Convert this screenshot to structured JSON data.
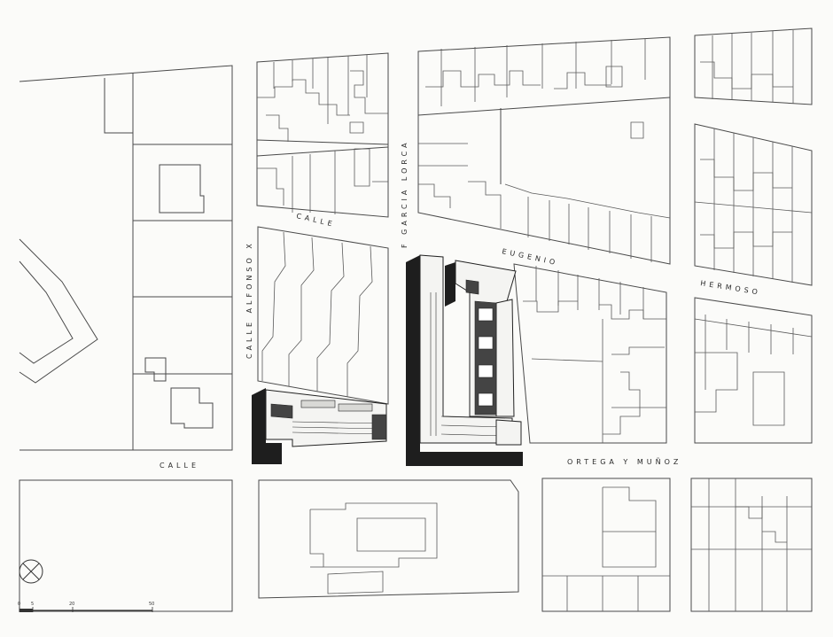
{
  "streets": {
    "alfonso_x": "CALLE ALFONSO X",
    "garcia_lorca": "F GARCIA LORCA",
    "calle_upper": "CALLE",
    "eugenio": "EUGENIO",
    "hermoso": "HERMOSO",
    "calle_lower": "CALLE",
    "ortega_y_munoz": "ORTEGA Y MUÑOZ"
  },
  "scale_bar": {
    "ticks": [
      "0",
      "5",
      "20",
      "50"
    ]
  },
  "north_symbol": "north-arrow-icon",
  "colors": {
    "paper": "#fbfbf9",
    "ink": "#4a4a4a",
    "shadow": "#1e1e1e"
  }
}
